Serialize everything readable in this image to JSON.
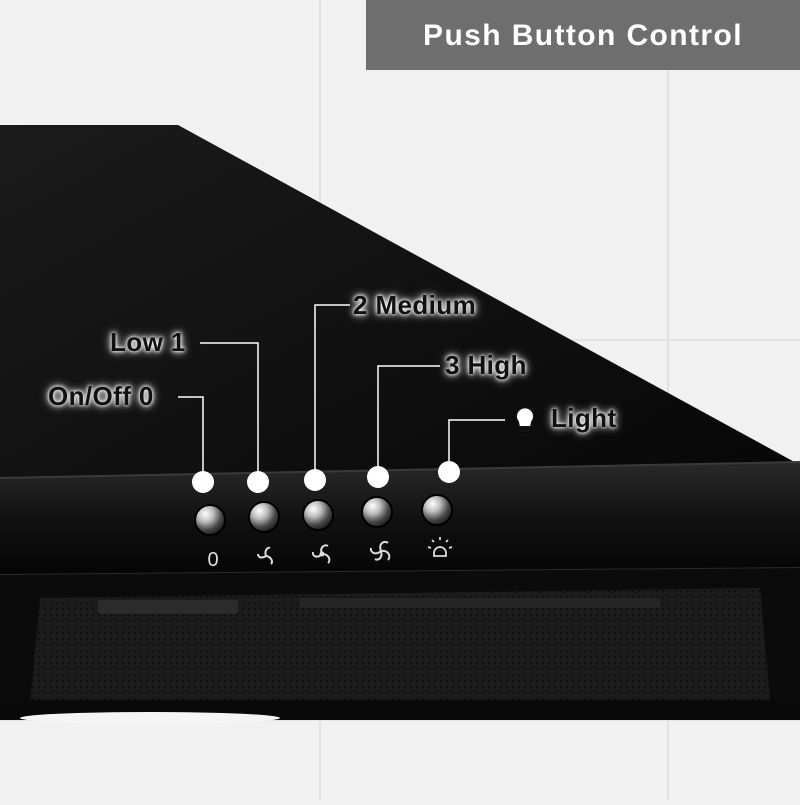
{
  "banner": {
    "title": "Push Button Control"
  },
  "controls": [
    {
      "label": "On/Off 0",
      "panel_icon": "power-zero-icon"
    },
    {
      "label": "Low 1",
      "panel_icon": "fan-low-icon"
    },
    {
      "label": "2 Medium",
      "panel_icon": "fan-medium-icon"
    },
    {
      "label": "3 High",
      "panel_icon": "fan-high-icon"
    },
    {
      "label": "Light",
      "label_icon": "lightbulb-icon",
      "panel_icon": "lamp-icon"
    }
  ],
  "panel_symbols": {
    "power": "0"
  },
  "colors": {
    "hood_body": "#0d0d0d",
    "banner_bg": "#6e6e6e",
    "callout_line": "#ffffff",
    "wall_tile": "#f1f1f1"
  }
}
